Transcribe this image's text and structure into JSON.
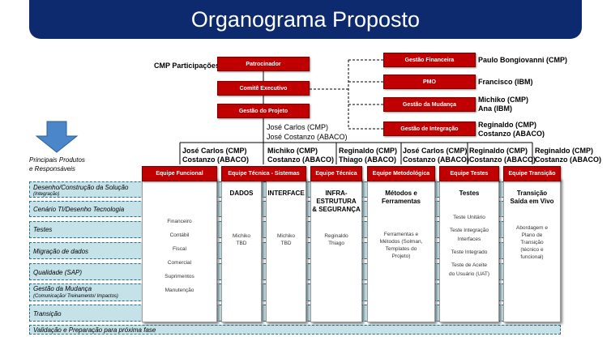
{
  "title": "Organograma Proposto",
  "sponsor_org": "CMP Participações",
  "main_boxes": {
    "sponsor": "Patrocinador",
    "exec": "Comitê Executivo",
    "project": "Gestão do Projeto"
  },
  "project_people": [
    "José Carlos (CMP)",
    "José Costanzo (ABACO)"
  ],
  "side_boxes": [
    {
      "label": "Gestão Financeira",
      "people": [
        "Paulo Bongiovanni (CMP)"
      ]
    },
    {
      "label": "PMO",
      "people": [
        "Francisco (IBM)"
      ]
    },
    {
      "label": "Gestão da Mudança",
      "people": [
        "Michiko (CMP)",
        "Ana (IBM)"
      ]
    },
    {
      "label": "Gestão de Integração",
      "people": [
        "Reginaldo (CMP)",
        "Costanzo (ABACO)"
      ]
    }
  ],
  "legend": [
    "Principais Produtos",
    "e Responsáveis"
  ],
  "teams": [
    {
      "label": "Equipe Funcional",
      "leads": [
        "José Carlos (CMP)",
        "Costanzo (ABACO)"
      ],
      "heading": [],
      "items": [
        "Financeiro",
        "Contábil",
        "Fiscal",
        "Comercial",
        "Suprimentos",
        "Manutenção"
      ]
    },
    {
      "label": "Equipe Técnica - Sistemas",
      "leads": [
        "Michiko (CMP)",
        "Costanzo (ABACO)"
      ],
      "heading": [],
      "items": []
    },
    {
      "label": "Equipe Técnica",
      "leads": [
        "Reginaldo (CMP)",
        "Thiago (ABACO)"
      ],
      "heading": [
        "INFRA-",
        "ESTRUTURA",
        "& SEGURANÇA"
      ],
      "items": [
        "Reginaldo",
        "Thiago"
      ]
    },
    {
      "label": "Equipe Metodológica",
      "leads": [
        "José Carlos (CMP)",
        "Costanzo (ABACO)"
      ],
      "heading": [
        "Métodos e",
        "Ferramentas"
      ],
      "items": [
        "Ferramentas e",
        "Métodos (Solman,",
        "Templates do",
        "Projeto)"
      ]
    },
    {
      "label": "Equipe Testes",
      "leads": [
        "Reginaldo (CMP)",
        "Costanzo (ABACO)"
      ],
      "heading": [
        "Testes"
      ],
      "items": [
        "Teste Unitário",
        "Teste Integração",
        "Interfaces",
        "Teste Integrado",
        "Teste de Aceite",
        "do Usuário (UAT)"
      ]
    },
    {
      "label": "Equipe Transição",
      "leads": [
        "Reginaldo (CMP)",
        "Costanzo (ABACO)"
      ],
      "heading": [
        "Transição",
        "Saída em Vivo"
      ],
      "items": [
        "Abordagem e",
        "Plano de",
        "Transição",
        "(técnico e",
        "funcional)"
      ]
    }
  ],
  "subcolumns": [
    {
      "heading": "DADOS",
      "items": [
        "Michiko",
        "TBD"
      ]
    },
    {
      "heading": "INTERFACE",
      "items": [
        "Michiko",
        "TBD"
      ]
    }
  ],
  "phases": [
    {
      "label": "Desenho/Construção da Solução",
      "sub": "(Integração)"
    },
    {
      "label": "Cenário TI/Desenho Tecnologia",
      "sub": ""
    },
    {
      "label": "Testes",
      "sub": ""
    },
    {
      "label": "Migração de dados",
      "sub": ""
    },
    {
      "label": "Qualidade (SAP)",
      "sub": ""
    },
    {
      "label": "Gestão da Mudança",
      "sub": "(Comunicação/ Treinamento/ Impactos)"
    },
    {
      "label": "Transição",
      "sub": ""
    },
    {
      "label": "Validação e Preparação para próxima fase",
      "sub": ""
    }
  ],
  "colors": {
    "title_bg": "#0e2a6e",
    "box_red": "#c00000",
    "phase_bg": "#c4e2e8",
    "arrow": "#4a86c8"
  }
}
